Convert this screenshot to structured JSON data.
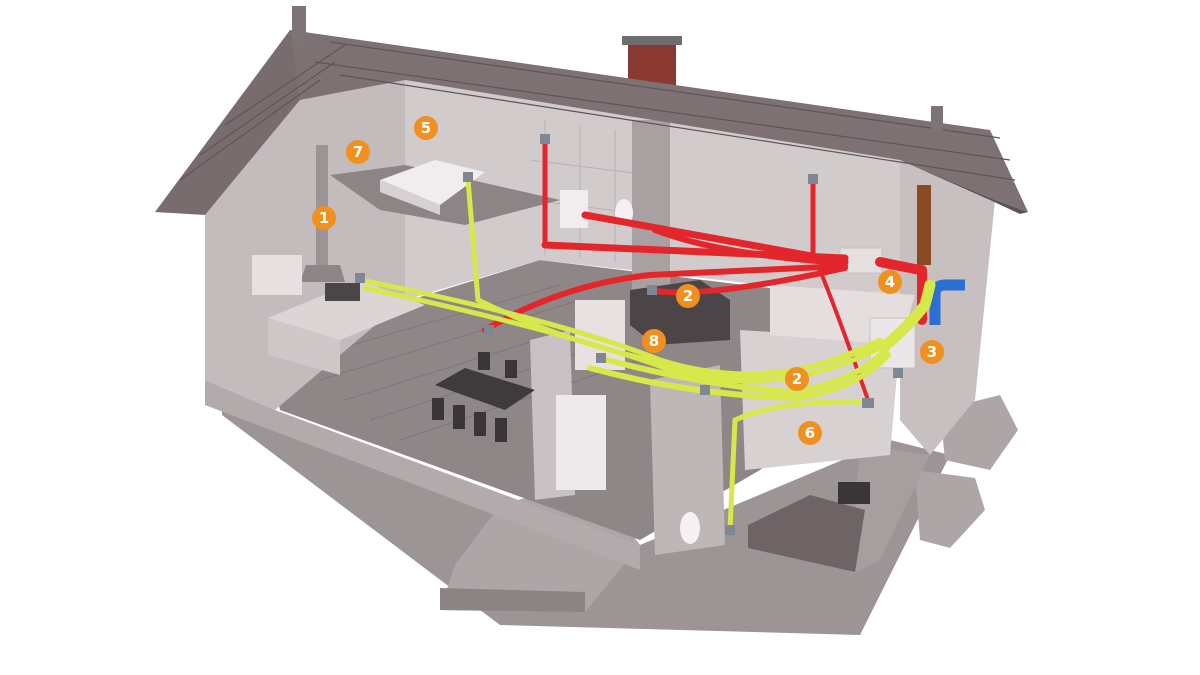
{
  "diagram": {
    "colors": {
      "marker": "#f0901e",
      "supply_duct": "#d6e84a",
      "extract_duct": "#e3262b",
      "fresh_air_duct": "#2a6fd1",
      "exhaust_duct": "#8a4a24",
      "roof": "#7a6e70",
      "walls": "#b9b0b2",
      "floor": "#8f8688"
    },
    "markers": [
      {
        "id": "1",
        "label": "1"
      },
      {
        "id": "7",
        "label": "7"
      },
      {
        "id": "5",
        "label": "5"
      },
      {
        "id": "2a",
        "label": "2"
      },
      {
        "id": "4",
        "label": "4"
      },
      {
        "id": "8",
        "label": "8"
      },
      {
        "id": "3",
        "label": "3"
      },
      {
        "id": "2b",
        "label": "2"
      },
      {
        "id": "6",
        "label": "6"
      }
    ]
  }
}
